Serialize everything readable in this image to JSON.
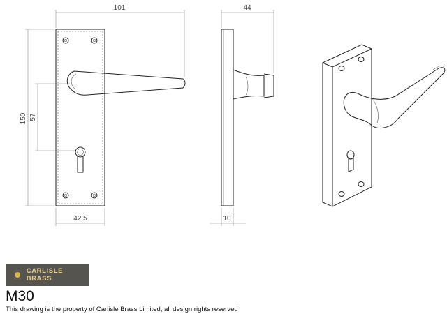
{
  "drawing": {
    "dimensions": {
      "front_width": "101",
      "side_depth": "44",
      "height": "150",
      "centres": "57",
      "plate_width": "42.5",
      "plate_thickness": "10"
    }
  },
  "footer": {
    "brand": "CARLISLE BRASS",
    "model": "M30",
    "rights": "This drawing is the property of Carlisle Brass Limited, all design rights reserved"
  },
  "colors": {
    "logo_bg": "#55544f",
    "logo_gold": "#d9b25a"
  }
}
